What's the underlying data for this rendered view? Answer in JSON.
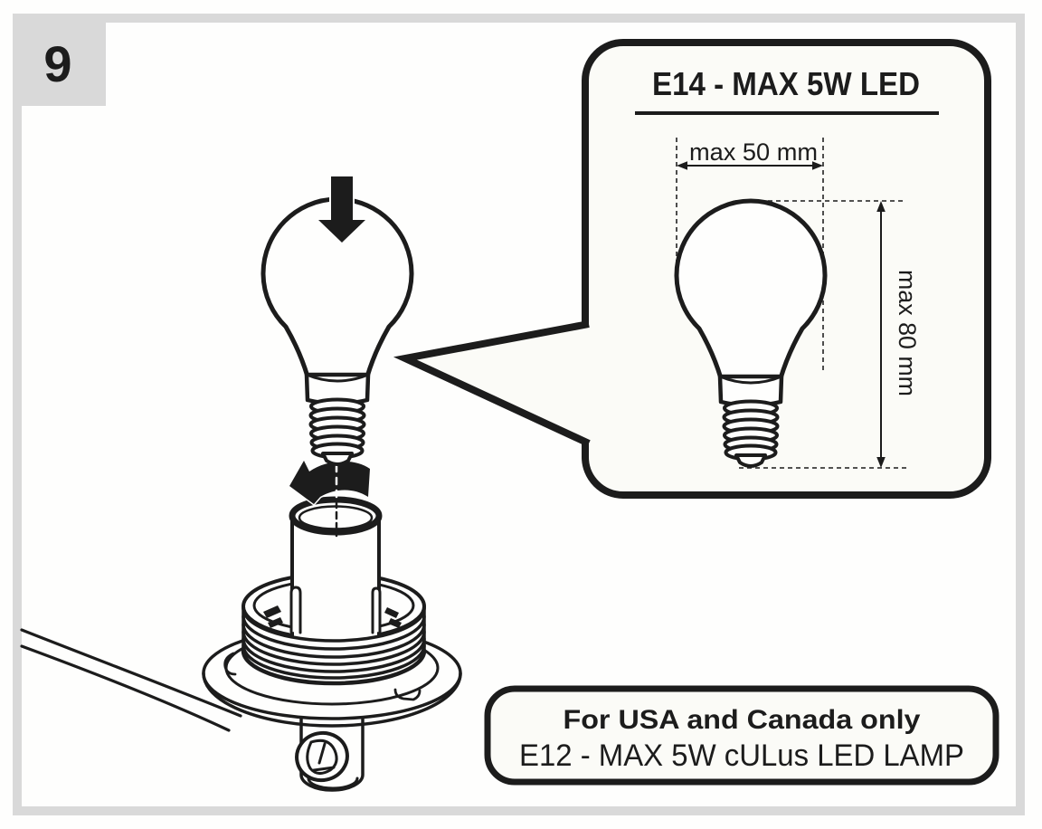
{
  "step": {
    "number": "9"
  },
  "callout": {
    "title": "E14 - MAX 5W LED",
    "width_label": "max 50 mm",
    "height_label": "max 80 mm"
  },
  "usa_note": {
    "line1": "For USA and Canada only",
    "line2": "E12 - MAX 5W cULus LED LAMP"
  },
  "icons": {
    "insert_arrow": "down-arrow",
    "screw_arrow": "rotate-screw-in-arrow",
    "width_dimension": "double-headed-horizontal-arrow",
    "height_dimension": "double-headed-vertical-arrow"
  },
  "colors": {
    "frame_gray": "#d9d9d9",
    "line": "#1c1c1c",
    "paper": "#fefefd",
    "panel_fill": "#fbfbf7"
  }
}
